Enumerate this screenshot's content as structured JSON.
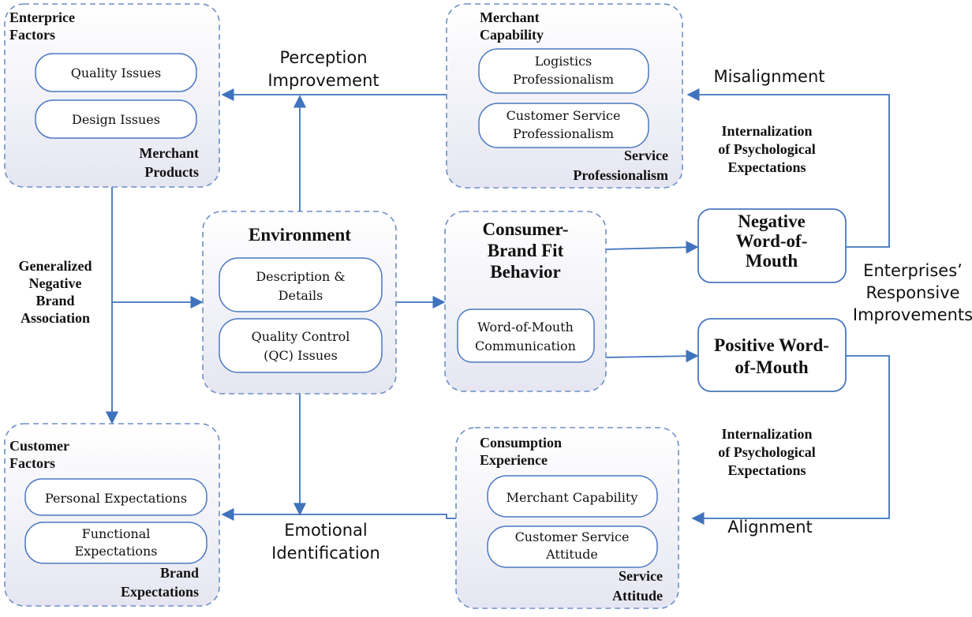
{
  "groups": {
    "enterprise": {
      "label": [
        "Enterprice",
        "Factors"
      ],
      "corner": [
        "Merchant",
        "Products"
      ],
      "items": [
        [
          "Quality Issues"
        ],
        [
          "Design Issues"
        ]
      ]
    },
    "merchant": {
      "label": [
        "Merchant",
        "Capability"
      ],
      "corner": [
        "Service",
        "Professionalism"
      ],
      "items": [
        [
          "Logistics",
          "Professionalism"
        ],
        [
          "Customer Service",
          "Professionalism"
        ]
      ]
    },
    "environment": {
      "title": [
        "Environment"
      ],
      "items": [
        [
          "Description &",
          "Details"
        ],
        [
          "Quality Control",
          "(QC) Issues"
        ]
      ]
    },
    "consumer": {
      "title": [
        "Consumer-",
        "Brand Fit",
        "Behavior"
      ],
      "items": [
        [
          "Word-of-Mouth",
          "Communication"
        ]
      ]
    },
    "customer": {
      "label": [
        "Customer",
        "Factors"
      ],
      "corner": [
        "Brand",
        "Expectations"
      ],
      "items": [
        [
          "Personal Expectations"
        ],
        [
          "Functional",
          "Expectations"
        ]
      ]
    },
    "consumption": {
      "label": [
        "Consumption",
        "Experience"
      ],
      "corner": [
        "Service",
        "Attitude"
      ],
      "items": [
        [
          "Merchant Capability"
        ],
        [
          "Customer Service",
          "Attitude"
        ]
      ]
    }
  },
  "outcomes": {
    "negative": [
      "Negative",
      "Word-of-",
      "Mouth"
    ],
    "positive": [
      "Positive Word-",
      "of-Mouth"
    ]
  },
  "flow_labels": {
    "perception": [
      "Perception",
      "Improvement"
    ],
    "misalignment": [
      "Misalignment"
    ],
    "emotional": [
      "Emotional",
      "Identification"
    ],
    "alignment": [
      "Alignment"
    ],
    "enterprises": [
      "Enterprises’",
      "Responsive",
      "Improvements"
    ]
  },
  "side_labels": {
    "generalized": [
      "Generalized",
      "Negative",
      "Brand",
      "Association"
    ],
    "internal_top": [
      "Internalization",
      "of Psychological",
      "Expectations"
    ],
    "internal_bottom": [
      "Internalization",
      "of Psychological",
      "Expectations"
    ]
  },
  "colors": {
    "accent": "#3f73bd",
    "border": "#6d8fc6",
    "fill_top": "#ffffff",
    "fill_bottom": "#e6e6f2"
  }
}
